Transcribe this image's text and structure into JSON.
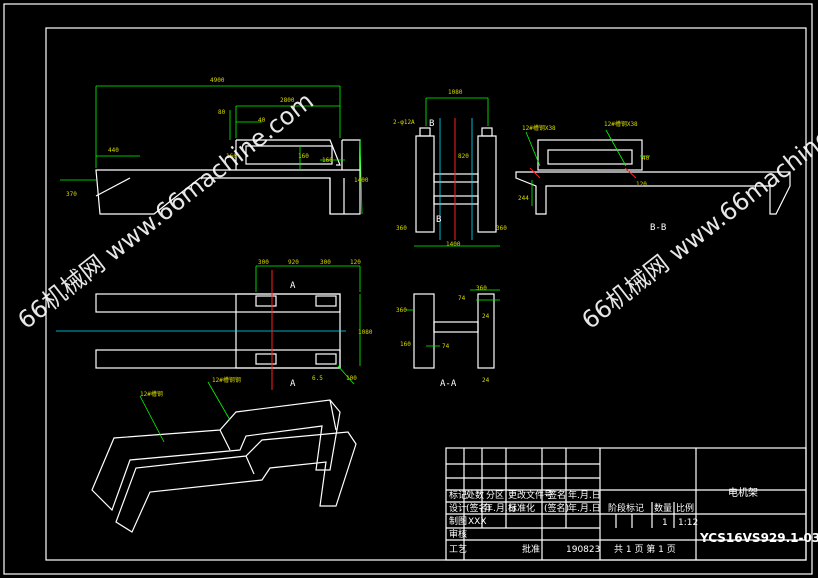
{
  "watermarks": [
    "66机械网 www.66machine.com",
    "66机械网 www.66machine"
  ],
  "drawing_name": "电机架",
  "drawing_number": "YCS16VS929.1-03",
  "section_labels": {
    "a_top": "A",
    "a_bottom": "A",
    "b_top": "B",
    "b_bottom": "B",
    "bb": "B-B",
    "aa": "A-A"
  },
  "dimensions": {
    "front": [
      "4900",
      "2800",
      "440",
      "80",
      "40",
      "160",
      "160",
      "160",
      "1400",
      "370"
    ],
    "side": [
      "1080",
      "2-φ12A",
      "820",
      "360",
      "360",
      "1400"
    ],
    "bb": [
      "12#槽钢X38",
      "12#槽钢X38",
      "40",
      "244",
      "120"
    ],
    "top": [
      "300",
      "920",
      "300",
      "120",
      "1080",
      "6.5",
      "100"
    ],
    "aa": [
      "360",
      "74",
      "360",
      "160",
      "74",
      "24",
      "24"
    ],
    "iso": [
      "12#槽钢",
      "12#槽钢钢"
    ]
  },
  "title_block": {
    "row1": [
      "标记",
      "处数",
      "分区",
      "更改文件号",
      "签名",
      "年.月.日"
    ],
    "row2": [
      "设计",
      "(签名)",
      "年.月.日",
      "标准化",
      "(签名)",
      "年.月.日"
    ],
    "row3": [
      "制图",
      "XXX"
    ],
    "row4": [
      "审核"
    ],
    "row5": [
      "工艺",
      "批准",
      "190823"
    ],
    "stage_header": "阶段标记",
    "weight_header": "数量",
    "scale_header": "比例",
    "qty": "1",
    "scale": "1:12",
    "sheets": "共 1 页  第 1 页"
  }
}
